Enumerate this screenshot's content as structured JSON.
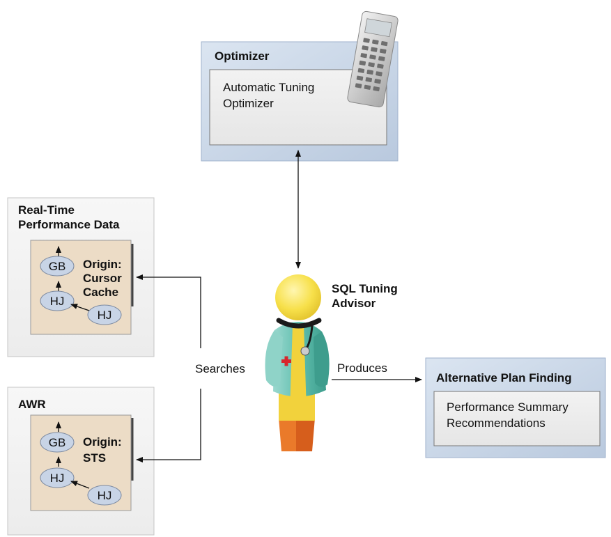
{
  "optimizer": {
    "title": "Optimizer",
    "inner_line1": "Automatic Tuning",
    "inner_line2": "Optimizer"
  },
  "realtime": {
    "title_line1": "Real-Time",
    "title_line2": "Performance Data",
    "origin_line1": "Origin:",
    "origin_line2": "Cursor",
    "origin_line3": "Cache",
    "node_gb": "GB",
    "node_hj1": "HJ",
    "node_hj2": "HJ"
  },
  "awr": {
    "title": "AWR",
    "origin_line1": "Origin:",
    "origin_line2": "STS",
    "node_gb": "GB",
    "node_hj1": "HJ",
    "node_hj2": "HJ"
  },
  "advisor": {
    "label_line1": "SQL Tuning",
    "label_line2": "Advisor"
  },
  "edges": {
    "searches": "Searches",
    "produces": "Produces"
  },
  "finding": {
    "title": "Alternative Plan Finding",
    "inner_line1": "Performance Summary",
    "inner_line2": "Recommendations"
  },
  "colors": {
    "panel_blue": "#c9d6e8",
    "panel_gray": "#f4f4f4",
    "plan_tan": "#ecdcc6",
    "node_blue": "#c8d4e6",
    "head_yellow": "#f7e04a",
    "body_teal": "#5fbfae",
    "body_yellow": "#f2d23c",
    "shoes_orange": "#ea7a2a",
    "cross_red": "#d8262c"
  }
}
